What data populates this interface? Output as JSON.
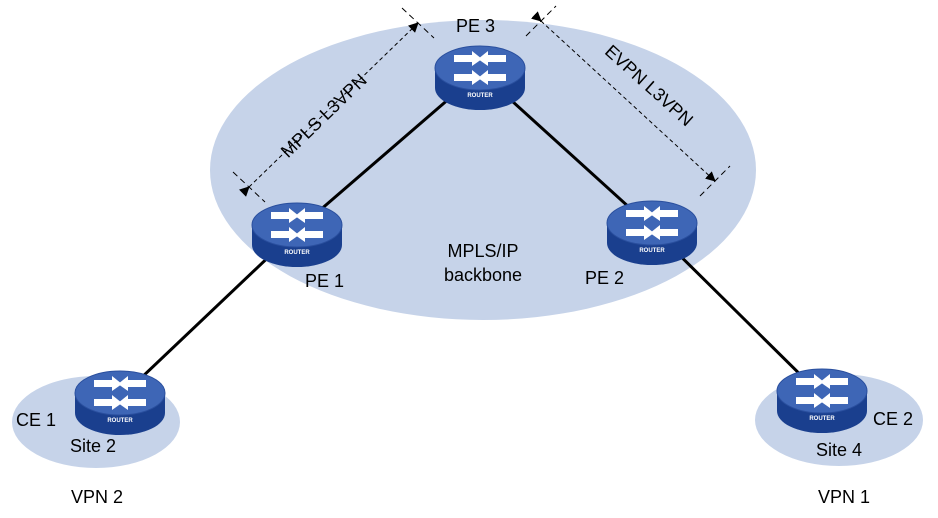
{
  "colors": {
    "cloud": "#c6d3e9",
    "link": "#000000",
    "router_top": "#3e66b6",
    "router_body": "#1a3f8e",
    "arrow_icon": "#ffffff"
  },
  "backbone": {
    "line1": "MPLS/IP",
    "line2": "backbone"
  },
  "routers": {
    "pe3": {
      "label": "PE 3",
      "badge": "ROUTER",
      "icon": "router-icon"
    },
    "pe1": {
      "label": "PE 1",
      "badge": "ROUTER",
      "icon": "router-icon"
    },
    "pe2": {
      "label": "PE 2",
      "badge": "ROUTER",
      "icon": "router-icon"
    },
    "ce1": {
      "label": "CE 1",
      "badge": "ROUTER",
      "icon": "router-icon"
    },
    "ce2": {
      "label": "CE 2",
      "badge": "ROUTER",
      "icon": "router-icon"
    }
  },
  "sites": {
    "left": {
      "name": "Site 2",
      "vpn": "VPN 2"
    },
    "right": {
      "name": "Site 4",
      "vpn": "VPN 1"
    }
  },
  "annotations": {
    "mpls_l3vpn": "MPLS L3VPN",
    "evpn_l3vpn": "EVPN L3VPN"
  }
}
